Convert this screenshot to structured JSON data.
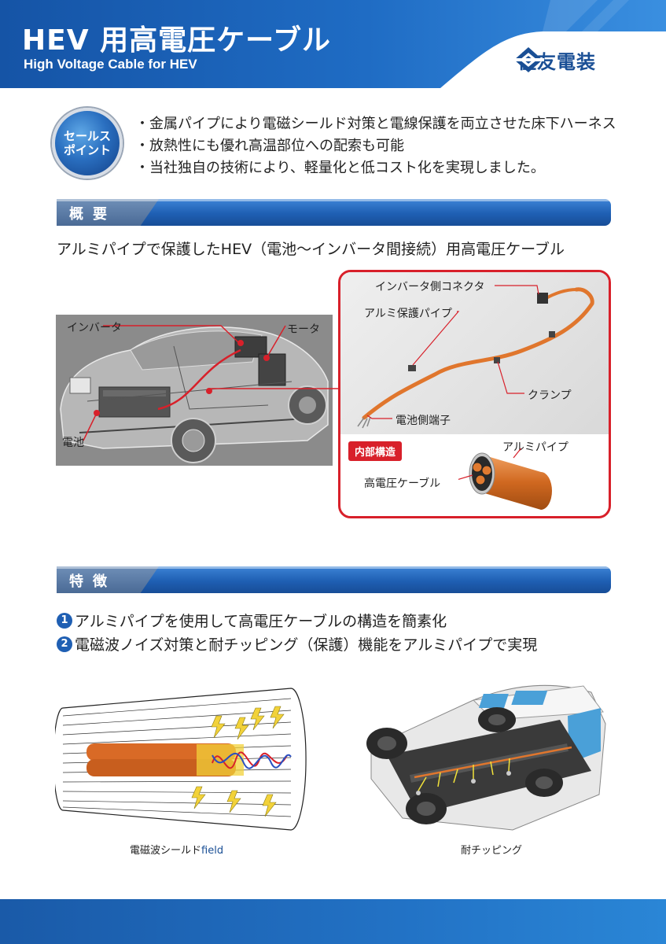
{
  "header": {
    "title_jp": "HEV 用高電圧ケーブル",
    "title_en": "High Voltage Cable for HEV",
    "logo_text": "住友電装"
  },
  "sales": {
    "badge_line1": "セールス",
    "badge_line2": "ポイント",
    "points": [
      "・金属パイプにより電磁シールド対策と電線保護を両立させた床下ハーネス",
      "・放熱性にも優れ高温部位への配索も可能",
      "・当社独自の技術により、軽量化と低コスト化を実現しました。"
    ]
  },
  "overview": {
    "heading": "概要",
    "text": "アルミパイプで保護したHEV（電池～インバータ間接続）用高電圧ケーブル"
  },
  "car_labels": {
    "inverter": "インバータ",
    "motor": "モータ",
    "battery": "電池"
  },
  "cable_labels": {
    "inverter_connector": "インバータ側コネクタ",
    "aluminum_pipe": "アルミ保護パイプ",
    "clamp": "クランプ",
    "battery_terminal": "電池側端子"
  },
  "internal": {
    "badge": "内部構造",
    "pipe": "アルミパイプ",
    "cable": "高電圧ケーブル"
  },
  "features": {
    "heading": "特徴",
    "items": [
      {
        "num": "1",
        "text": "アルミパイプを使用して高電圧ケーブルの構造を簡素化"
      },
      {
        "num": "2",
        "text": "電磁波ノイズ対策と耐チッピング（保護）機能をアルミパイプで実現"
      }
    ]
  },
  "captions": {
    "shield_prefix": "電磁波シールド",
    "shield_suffix": "field",
    "chipping": "耐チッピング"
  },
  "colors": {
    "brand_blue": "#1f5fb3",
    "accent_red": "#d8202a",
    "cable_orange": "#e0762d"
  }
}
